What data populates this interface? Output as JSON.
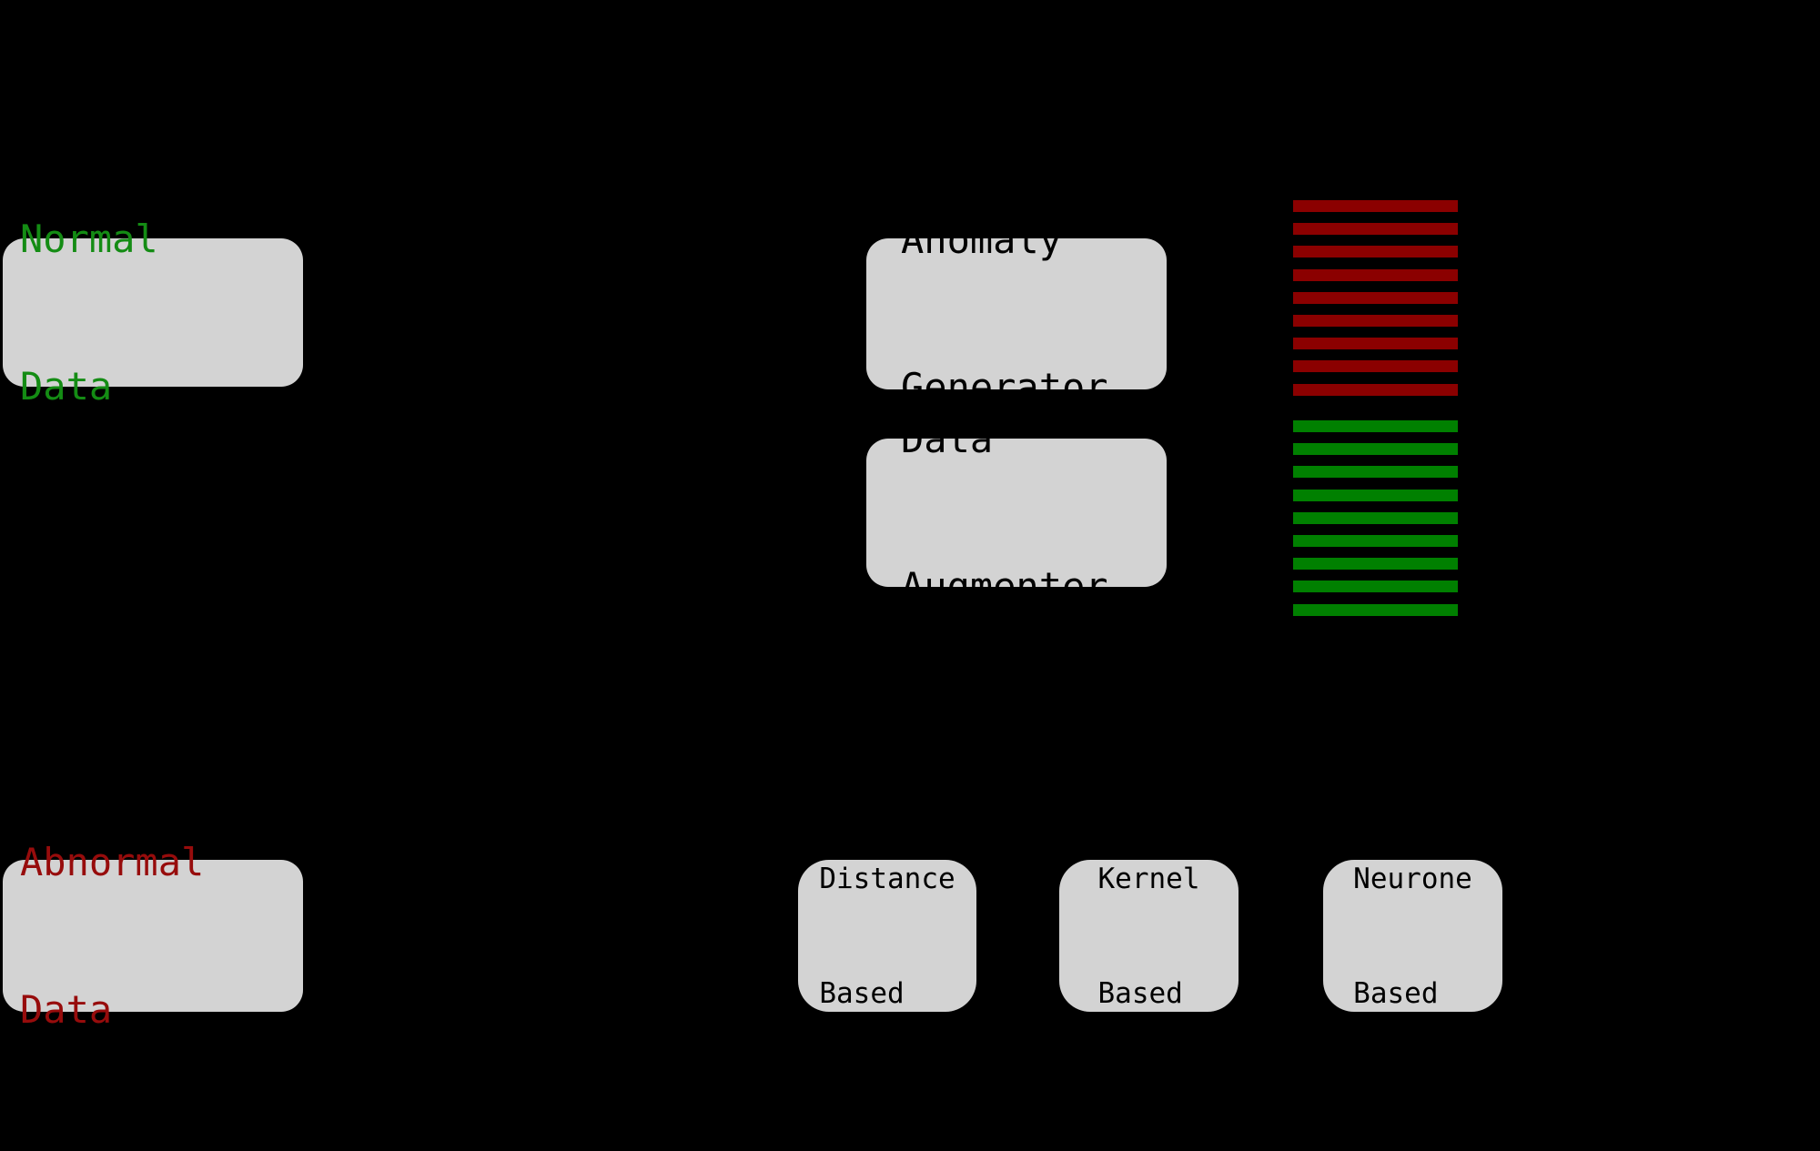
{
  "diagram": {
    "background": "#000000",
    "node_fill": "#d3d3d3",
    "nodes": {
      "normal_data": {
        "lines": [
          "Normal",
          "Data"
        ],
        "text_color": "#148c14"
      },
      "abnormal_data": {
        "lines": [
          "Abnormal",
          "Data"
        ],
        "text_color": "#970c0c"
      },
      "anomaly_generator": {
        "lines": [
          "Anomaly",
          "Generator"
        ],
        "text_color": "#000000"
      },
      "data_augmenter": {
        "lines": [
          "Data",
          "Augmenter"
        ],
        "text_color": "#000000"
      },
      "distance_based": {
        "lines": [
          "Distance",
          "Based"
        ],
        "text_color": "#000000"
      },
      "kernel_based": {
        "lines": [
          "Kernel",
          "Based"
        ],
        "text_color": "#000000"
      },
      "neurone_based": {
        "lines": [
          "Neurone",
          "Based"
        ],
        "text_color": "#000000"
      }
    },
    "bars": {
      "groups": [
        {
          "name": "abnormal-sample",
          "color": "#8b0000",
          "count": 9
        },
        {
          "name": "normal-sample",
          "color": "#008000",
          "count": 9
        }
      ]
    }
  }
}
